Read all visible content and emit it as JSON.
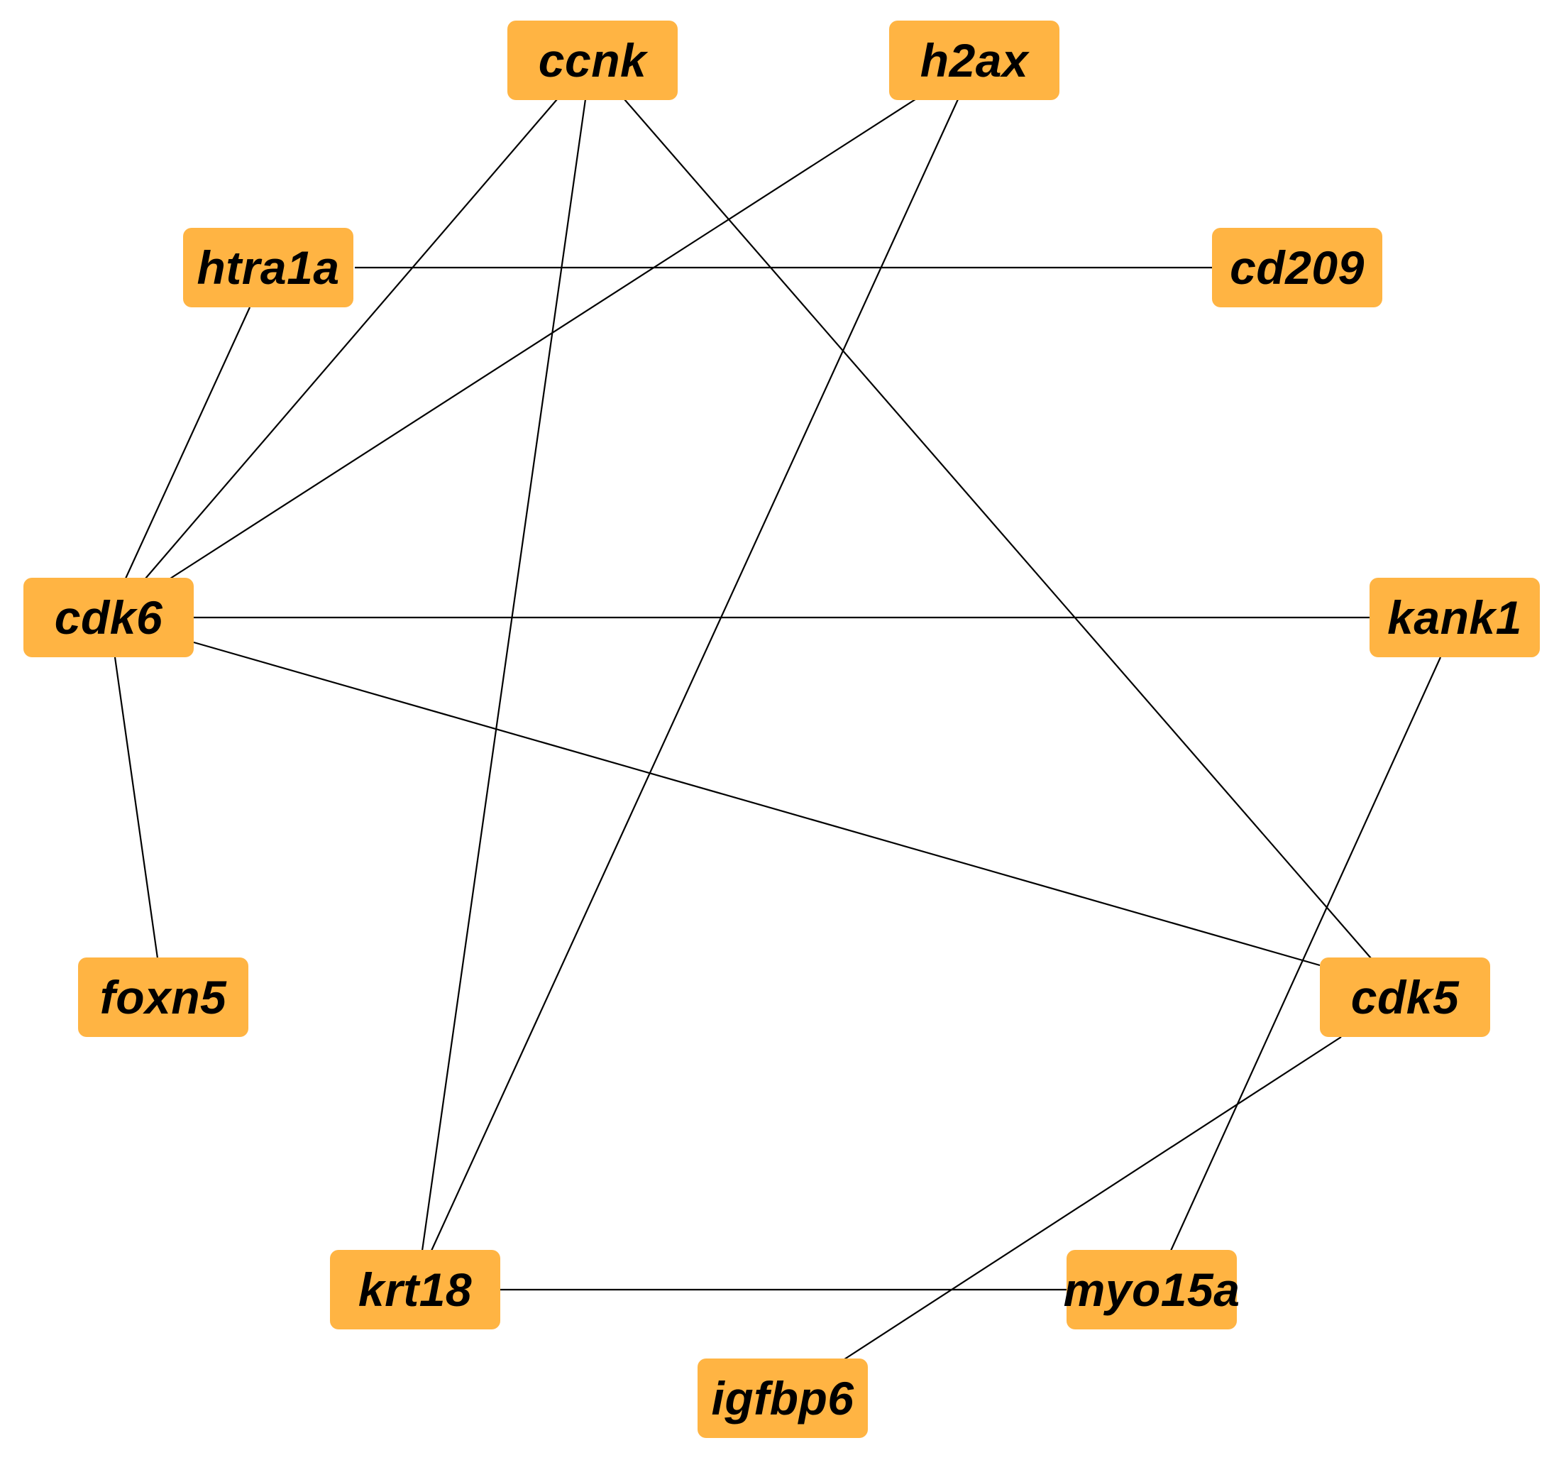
{
  "colors": {
    "node_fill": "#FFB443",
    "edge": "#000000",
    "label": "#000000",
    "background": "#FFFFFF"
  },
  "nodes": [
    {
      "id": "ccnk",
      "label": "ccnk"
    },
    {
      "id": "h2ax",
      "label": "h2ax"
    },
    {
      "id": "htra1a",
      "label": "htra1a"
    },
    {
      "id": "cd209",
      "label": "cd209"
    },
    {
      "id": "cdk6",
      "label": "cdk6"
    },
    {
      "id": "kank1",
      "label": "kank1"
    },
    {
      "id": "foxn5",
      "label": "foxn5"
    },
    {
      "id": "cdk5",
      "label": "cdk5"
    },
    {
      "id": "krt18",
      "label": "krt18"
    },
    {
      "id": "myo15a",
      "label": "myo15a"
    },
    {
      "id": "igfbp6",
      "label": "igfbp6"
    }
  ],
  "edges": [
    {
      "source": "ccnk",
      "target": "cdk6"
    },
    {
      "source": "ccnk",
      "target": "krt18"
    },
    {
      "source": "ccnk",
      "target": "cdk5"
    },
    {
      "source": "h2ax",
      "target": "cdk6"
    },
    {
      "source": "h2ax",
      "target": "krt18"
    },
    {
      "source": "htra1a",
      "target": "cd209"
    },
    {
      "source": "htra1a",
      "target": "cdk6"
    },
    {
      "source": "cdk6",
      "target": "kank1"
    },
    {
      "source": "cdk6",
      "target": "cdk5"
    },
    {
      "source": "cdk6",
      "target": "foxn5"
    },
    {
      "source": "kank1",
      "target": "myo15a"
    },
    {
      "source": "cdk5",
      "target": "igfbp6"
    },
    {
      "source": "krt18",
      "target": "myo15a"
    }
  ]
}
